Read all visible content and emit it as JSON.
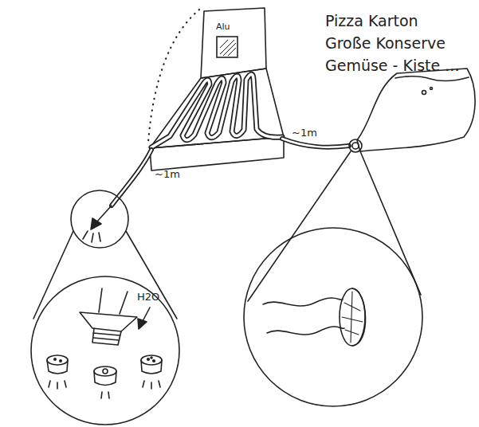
{
  "diagram": {
    "nodes": [
      {
        "text": [
          "Alu"
        ]
      },
      {
        "text": [
          "H2O"
        ]
      }
    ],
    "labels": [
      "Pizza Karton",
      "Große Konserve",
      "Gemüse - Kiste ...",
      "~1m",
      "~1m"
    ]
  }
}
